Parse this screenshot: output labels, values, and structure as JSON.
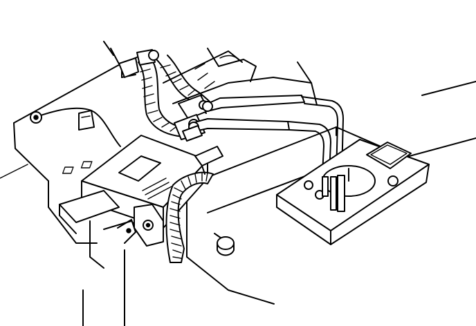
{
  "diagram": {
    "components": [
      "battery",
      "battery-cable-harness",
      "fuse-relay-box",
      "multimeter",
      "test-leads",
      "corrugated-wire-loom"
    ],
    "colors": {
      "ink": "#000000",
      "paper": "#ffffff"
    }
  }
}
